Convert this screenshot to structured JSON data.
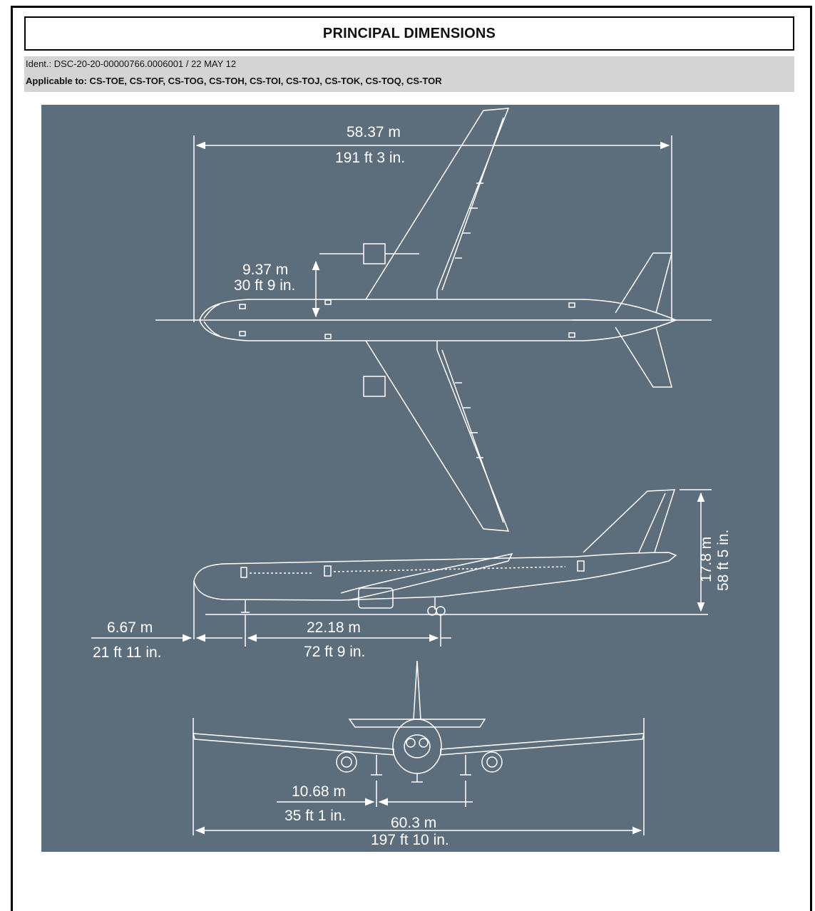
{
  "header": {
    "title": "PRINCIPAL DIMENSIONS",
    "ident": "Ident.: DSC-20-20-00000766.0006001 / 22 MAY 12",
    "applicable": "Applicable to: CS-TOE, CS-TOF, CS-TOG, CS-TOH, CS-TOI, CS-TOJ, CS-TOK, CS-TOQ, CS-TOR"
  },
  "dimensions": {
    "span_m": "58.37 m",
    "span_ft": "191 ft 3 in.",
    "engine_m": "9.37 m",
    "engine_ft": "30 ft 9 in.",
    "height_m": "17.8 m",
    "height_ft": "58 ft 5 in.",
    "nose_gear_m": "6.67 m",
    "nose_gear_ft": "21 ft 11 in.",
    "wheelbase_m": "22.18 m",
    "wheelbase_ft": "72 ft 9 in.",
    "track_m": "10.68 m",
    "track_ft": "35 ft 1 in.",
    "length_m": "60.3 m",
    "length_ft": "197 ft 10 in."
  },
  "colors": {
    "drawing_bg": "#5c6d7c",
    "line": "#ffffff",
    "ident_bg": "#d4d4d4"
  }
}
